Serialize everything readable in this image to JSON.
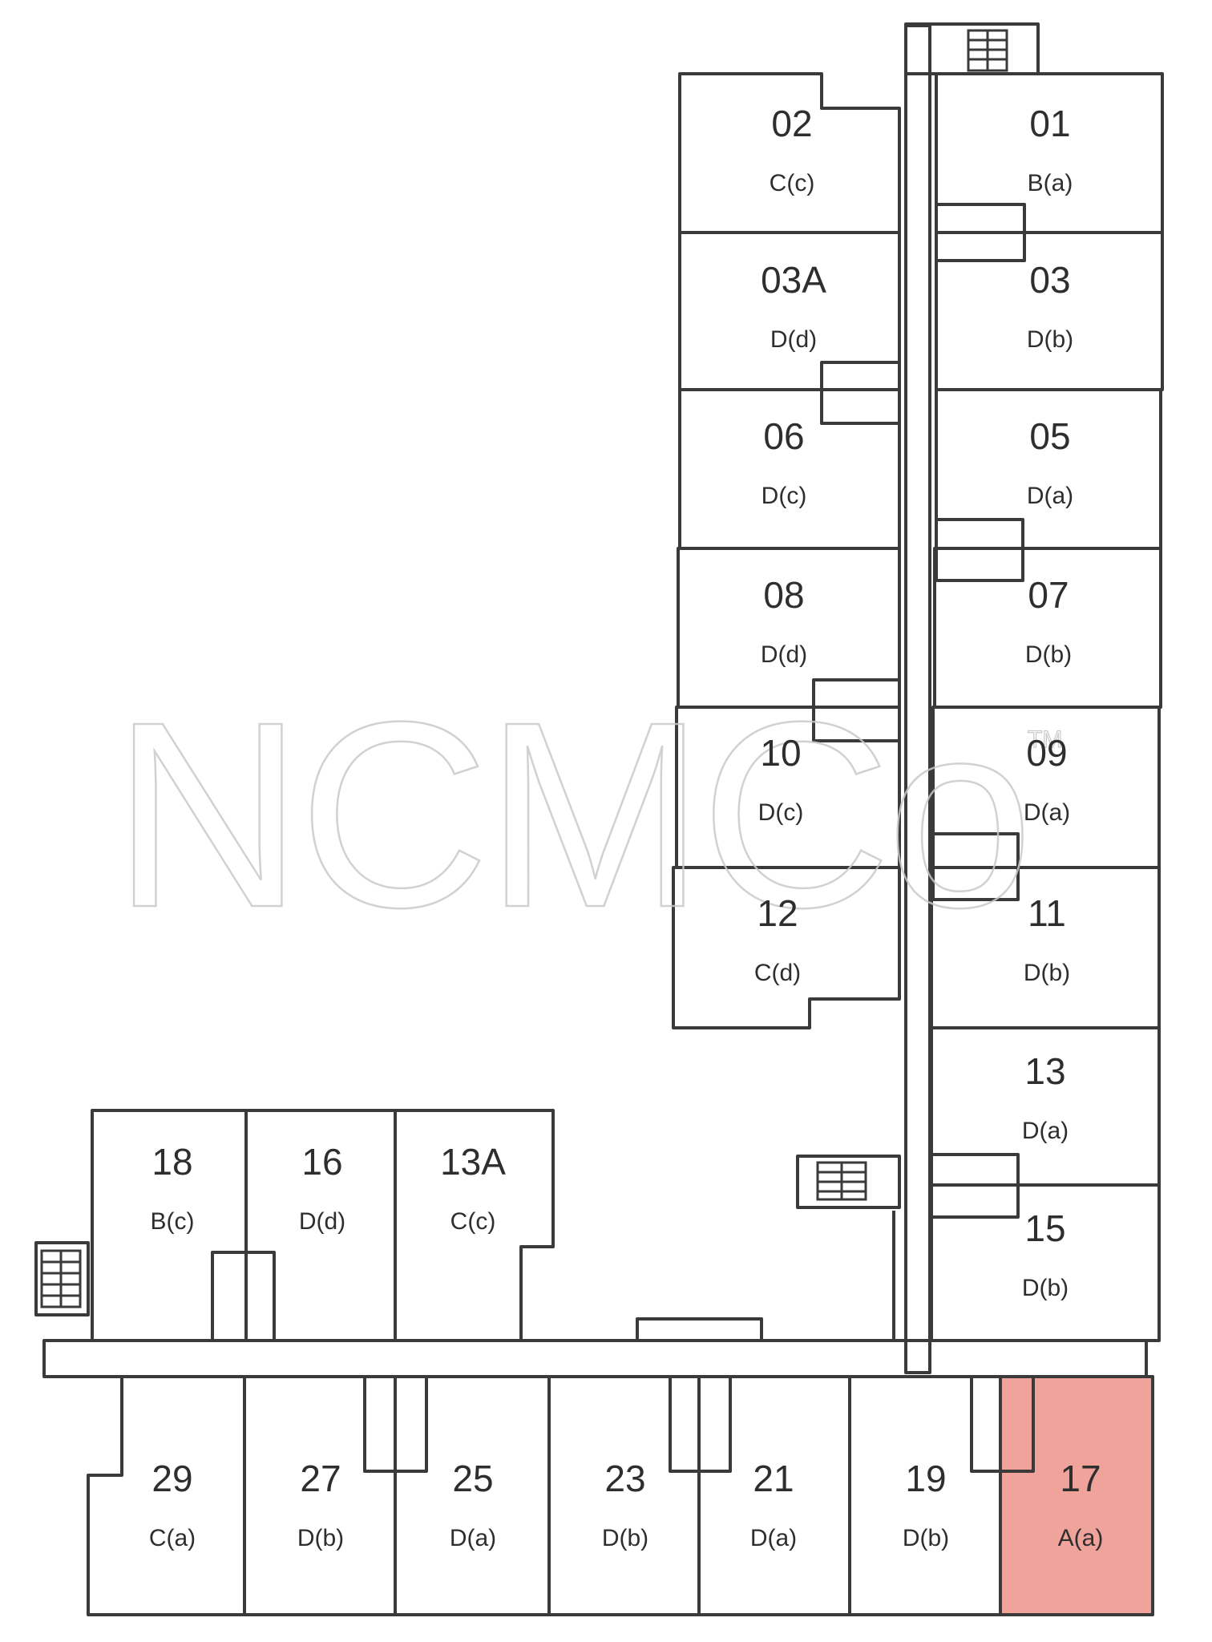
{
  "watermark": {
    "text": "NCMCo",
    "tm": "TM"
  },
  "highlight_color": "#f0a39b",
  "units": [
    {
      "id": "u02",
      "number": "02",
      "type": "C(c)"
    },
    {
      "id": "u01",
      "number": "01",
      "type": "B(a)"
    },
    {
      "id": "u03a",
      "number": "03A",
      "type": "D(d)"
    },
    {
      "id": "u03",
      "number": "03",
      "type": "D(b)"
    },
    {
      "id": "u06",
      "number": "06",
      "type": "D(c)"
    },
    {
      "id": "u05",
      "number": "05",
      "type": "D(a)"
    },
    {
      "id": "u08",
      "number": "08",
      "type": "D(d)"
    },
    {
      "id": "u07",
      "number": "07",
      "type": "D(b)"
    },
    {
      "id": "u10",
      "number": "10",
      "type": "D(c)"
    },
    {
      "id": "u09",
      "number": "09",
      "type": "D(a)"
    },
    {
      "id": "u12",
      "number": "12",
      "type": "C(d)"
    },
    {
      "id": "u11",
      "number": "11",
      "type": "D(b)"
    },
    {
      "id": "u13",
      "number": "13",
      "type": "D(a)"
    },
    {
      "id": "u15",
      "number": "15",
      "type": "D(b)"
    },
    {
      "id": "u18",
      "number": "18",
      "type": "B(c)"
    },
    {
      "id": "u16",
      "number": "16",
      "type": "D(d)"
    },
    {
      "id": "u13a",
      "number": "13A",
      "type": "C(c)"
    },
    {
      "id": "u29",
      "number": "29",
      "type": "C(a)"
    },
    {
      "id": "u27",
      "number": "27",
      "type": "D(b)"
    },
    {
      "id": "u25",
      "number": "25",
      "type": "D(a)"
    },
    {
      "id": "u23",
      "number": "23",
      "type": "D(b)"
    },
    {
      "id": "u21",
      "number": "21",
      "type": "D(a)"
    },
    {
      "id": "u19",
      "number": "19",
      "type": "D(b)"
    },
    {
      "id": "u17",
      "number": "17",
      "type": "A(a)",
      "highlighted": true
    }
  ]
}
